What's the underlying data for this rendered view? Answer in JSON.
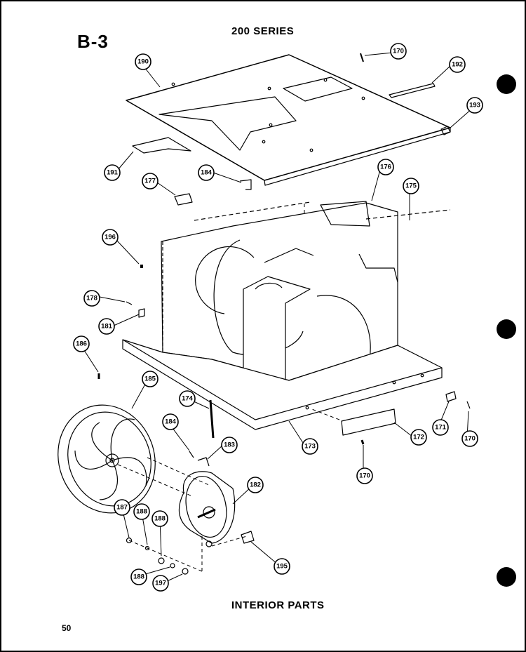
{
  "header": {
    "section_code": "B-3",
    "series": "200 SERIES"
  },
  "footer": {
    "caption": "INTERIOR PARTS",
    "page_number": "50"
  },
  "callouts": [
    {
      "key": "top-cover",
      "label": "190"
    },
    {
      "key": "screw-top",
      "label": "170"
    },
    {
      "key": "rail-top",
      "label": "192"
    },
    {
      "key": "clip-right",
      "label": "193"
    },
    {
      "key": "shroud-left",
      "label": "191"
    },
    {
      "key": "bracket-cover",
      "label": "184"
    },
    {
      "key": "gasket",
      "label": "177"
    },
    {
      "key": "panel-rear",
      "label": "176"
    },
    {
      "key": "rail-side",
      "label": "175"
    },
    {
      "key": "nut-left",
      "label": "196"
    },
    {
      "key": "screw-left",
      "label": "178"
    },
    {
      "key": "grommet-left",
      "label": "181"
    },
    {
      "key": "washer-small",
      "label": "186"
    },
    {
      "key": "fan-blade",
      "label": "185"
    },
    {
      "key": "rod",
      "label": "174"
    },
    {
      "key": "clip-small",
      "label": "184"
    },
    {
      "key": "bracket-motor",
      "label": "183"
    },
    {
      "key": "base-pan",
      "label": "173"
    },
    {
      "key": "strip",
      "label": "172"
    },
    {
      "key": "clip-base",
      "label": "171"
    },
    {
      "key": "screw-right",
      "label": "170"
    },
    {
      "key": "screw-base",
      "label": "170"
    },
    {
      "key": "motor",
      "label": "182"
    },
    {
      "key": "nut-a",
      "label": "187"
    },
    {
      "key": "washer-a",
      "label": "188"
    },
    {
      "key": "washer-b",
      "label": "188"
    },
    {
      "key": "nut-b",
      "label": "188"
    },
    {
      "key": "nut-c",
      "label": "197"
    },
    {
      "key": "mount-plate",
      "label": "195"
    }
  ],
  "indicators": {
    "dots": 3
  }
}
